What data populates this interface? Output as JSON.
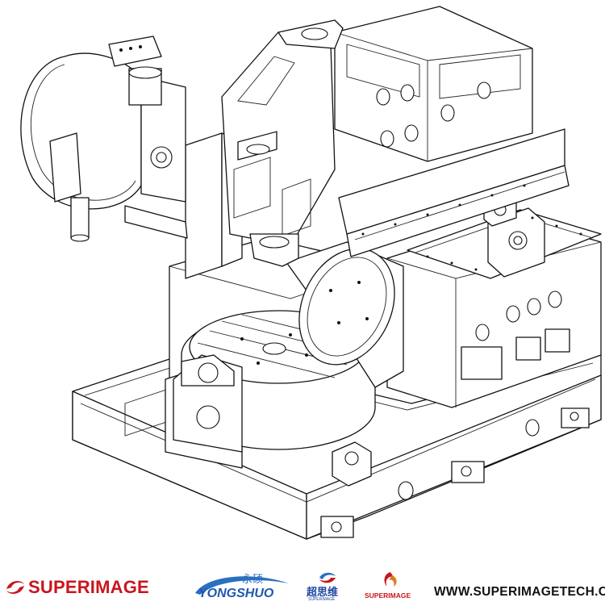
{
  "footer": {
    "brand_superimage": "SUPERIMAGE",
    "brand_yongshuo_cn": "永硕",
    "brand_yongshuo_en": "YONGSHUO",
    "brand_csw_cn": "超思维",
    "brand_csw_en": "SUPERIMAGE",
    "brand_superimage_small": "SUPERIMAGE",
    "website": "WWW.SUPERIMAGETECH.COM"
  },
  "colors": {
    "brand_red": "#c8161d",
    "brand_blue": "#1e58b0",
    "line": "#111111"
  }
}
